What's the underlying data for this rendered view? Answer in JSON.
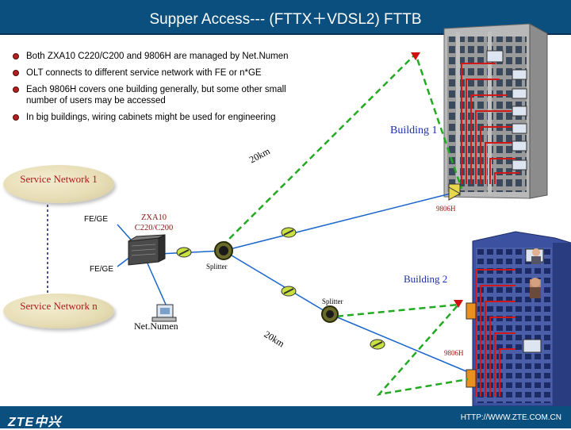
{
  "slide": {
    "title": "Supper Access--- (FTTX＋VDSL2) FTTB"
  },
  "bullets": [
    "Both ZXA10 C220/C200 and 9806H are managed by Net.Numen",
    "OLT connects to different service network with FE or n*GE",
    "Each 9806H covers one building generally, but some other small number of users  may be accessed",
    "In big buildings, wiring cabinets might be used for engineering"
  ],
  "clouds": {
    "service_network_1": "Service Network 1",
    "service_network_n": "Service Network n"
  },
  "labels": {
    "fe_ge_top": "FE/GE",
    "fe_ge_bottom": "FE/GE",
    "olt": "ZXA10 C220/C200",
    "net_numen": "Net.Numen",
    "splitter_1": "Splitter",
    "splitter_2": "Splitter",
    "building_1": "Building  1",
    "building_2": "Building  2",
    "onu_1": "9806H",
    "onu_2": "9806H",
    "distance_1": "20km",
    "distance_2": "20km"
  },
  "footer": {
    "logo": "ZTE中兴",
    "url": "HTTP://WWW.ZTE.COM.CN"
  },
  "colors": {
    "title_bar": "#0a4f7d",
    "fiber_blue": "#1a66cc",
    "green_dashed": "#22aa22",
    "service_text": "#b01818",
    "building_label": "#1b2fae",
    "red_pointer": "#d01010"
  }
}
